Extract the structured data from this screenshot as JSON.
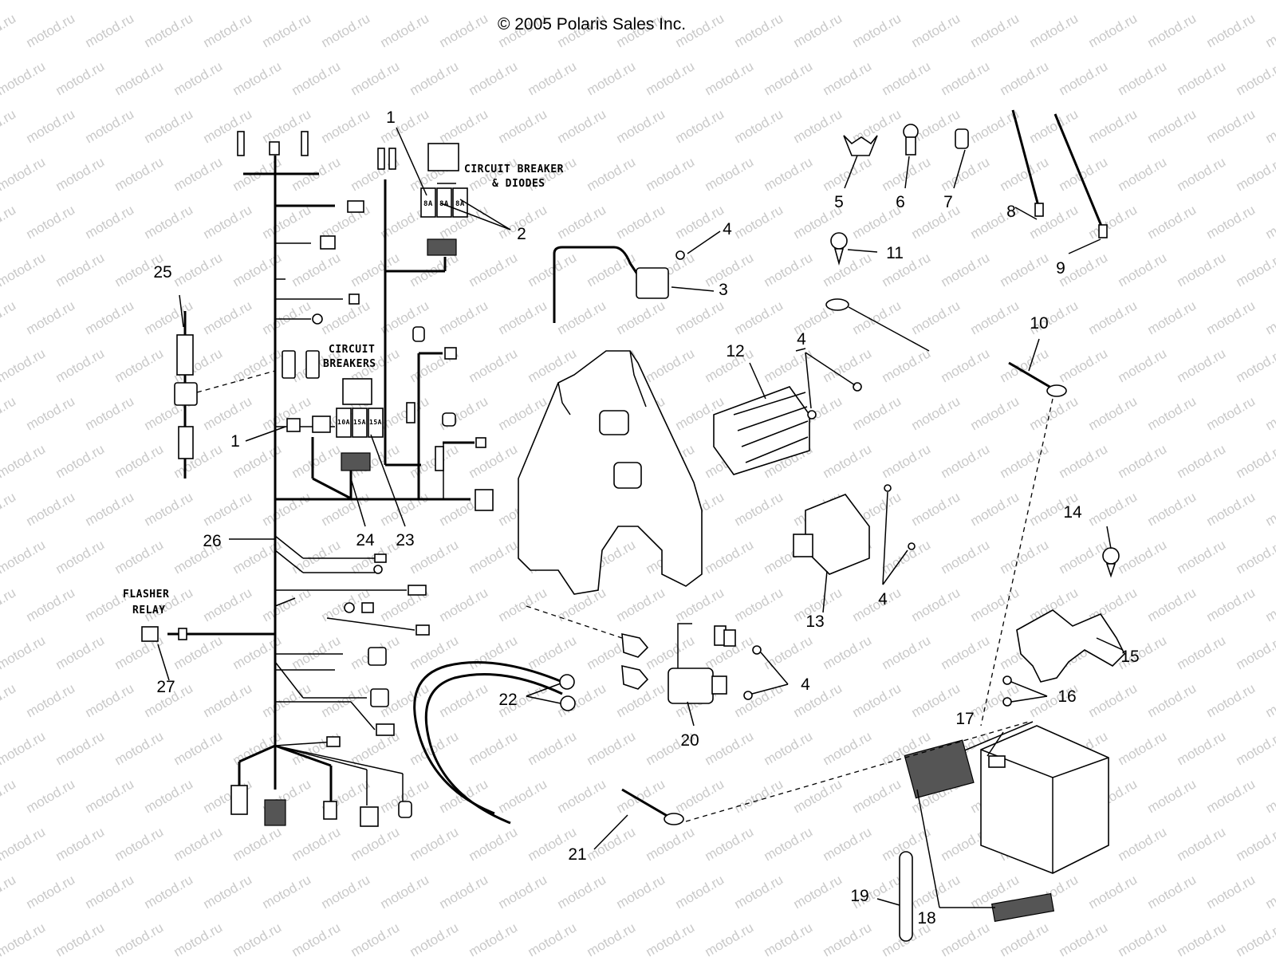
{
  "copyright": "© 2005 Polaris Sales Inc.",
  "watermark_text": "motod.ru",
  "labels": {
    "circuit_breaker_diodes_line1": "CIRCUIT BREAKER",
    "circuit_breaker_diodes_line2": "& DIODES",
    "circuit_breakers_line1": "CIRCUIT",
    "circuit_breakers_line2": "BREAKERS",
    "flasher_relay_line1": "FLASHER",
    "flasher_relay_line2": "RELAY",
    "fuse_8a_1": "8A",
    "fuse_8a_2": "8A",
    "fuse_8a_3": "8A",
    "fuse_10a": "10A",
    "fuse_15a_1": "15A",
    "fuse_15a_2": "15A"
  },
  "callouts": [
    "1",
    "2",
    "1",
    "4",
    "3",
    "5",
    "6",
    "7",
    "8",
    "9",
    "11",
    "10",
    "4",
    "12",
    "4",
    "13",
    "4",
    "14",
    "15",
    "16",
    "17",
    "18",
    "19",
    "20",
    "21",
    "22",
    "23",
    "24",
    "25",
    "26",
    "27"
  ]
}
